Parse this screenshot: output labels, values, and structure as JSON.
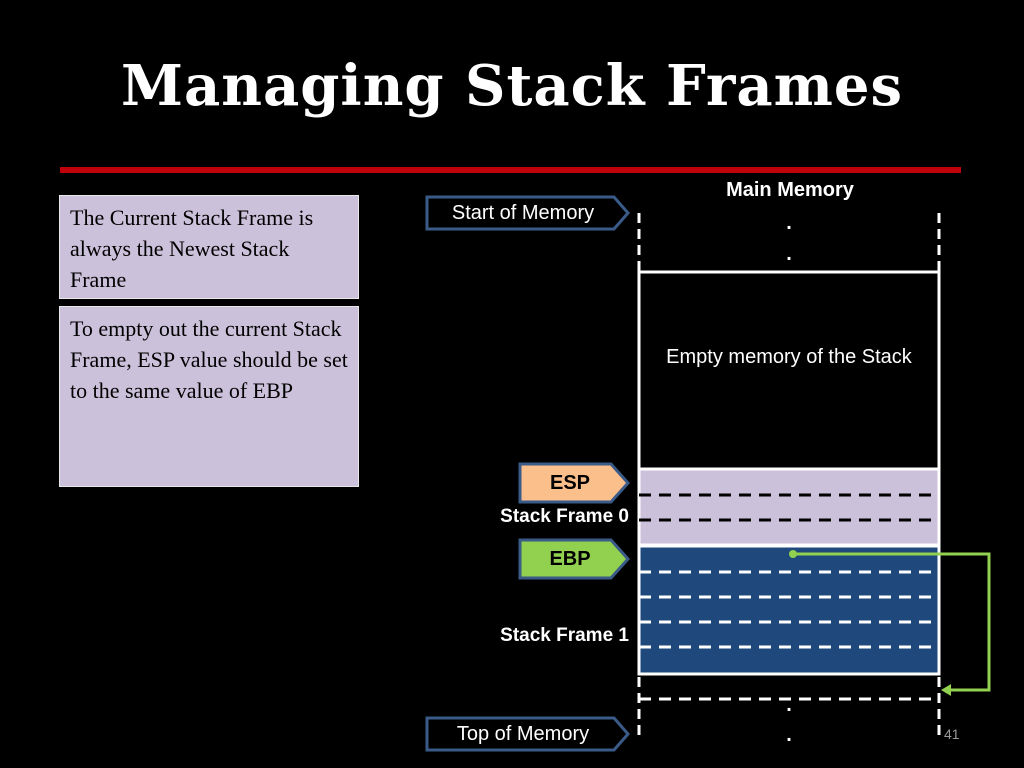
{
  "slide": {
    "title": "Managing Stack Frames",
    "page_number": "41"
  },
  "notes": [
    "The Current Stack Frame is always the Newest Stack Frame",
    "To empty out the current Stack Frame, ESP value should be set to the same value of EBP"
  ],
  "diagram": {
    "heading": "Main Memory",
    "ellipsis_dot": ".",
    "pointers": {
      "start": "Start of Memory",
      "top": "Top of Memory",
      "esp": "ESP",
      "ebp": "EBP"
    },
    "empty_region_label": "Empty memory of the Stack",
    "frames": [
      "Stack Frame 0",
      "Stack Frame 1"
    ],
    "colors": {
      "accent_rule": "#c0000b",
      "note_fill": "#ccc1da",
      "frame0_fill": "#ccc1da",
      "frame1_fill": "#1f497d",
      "esp_fill": "#fbbf8c",
      "ebp_fill": "#92d050",
      "arrow_green": "#92d050",
      "pointer_border": "#3a5a88"
    }
  }
}
